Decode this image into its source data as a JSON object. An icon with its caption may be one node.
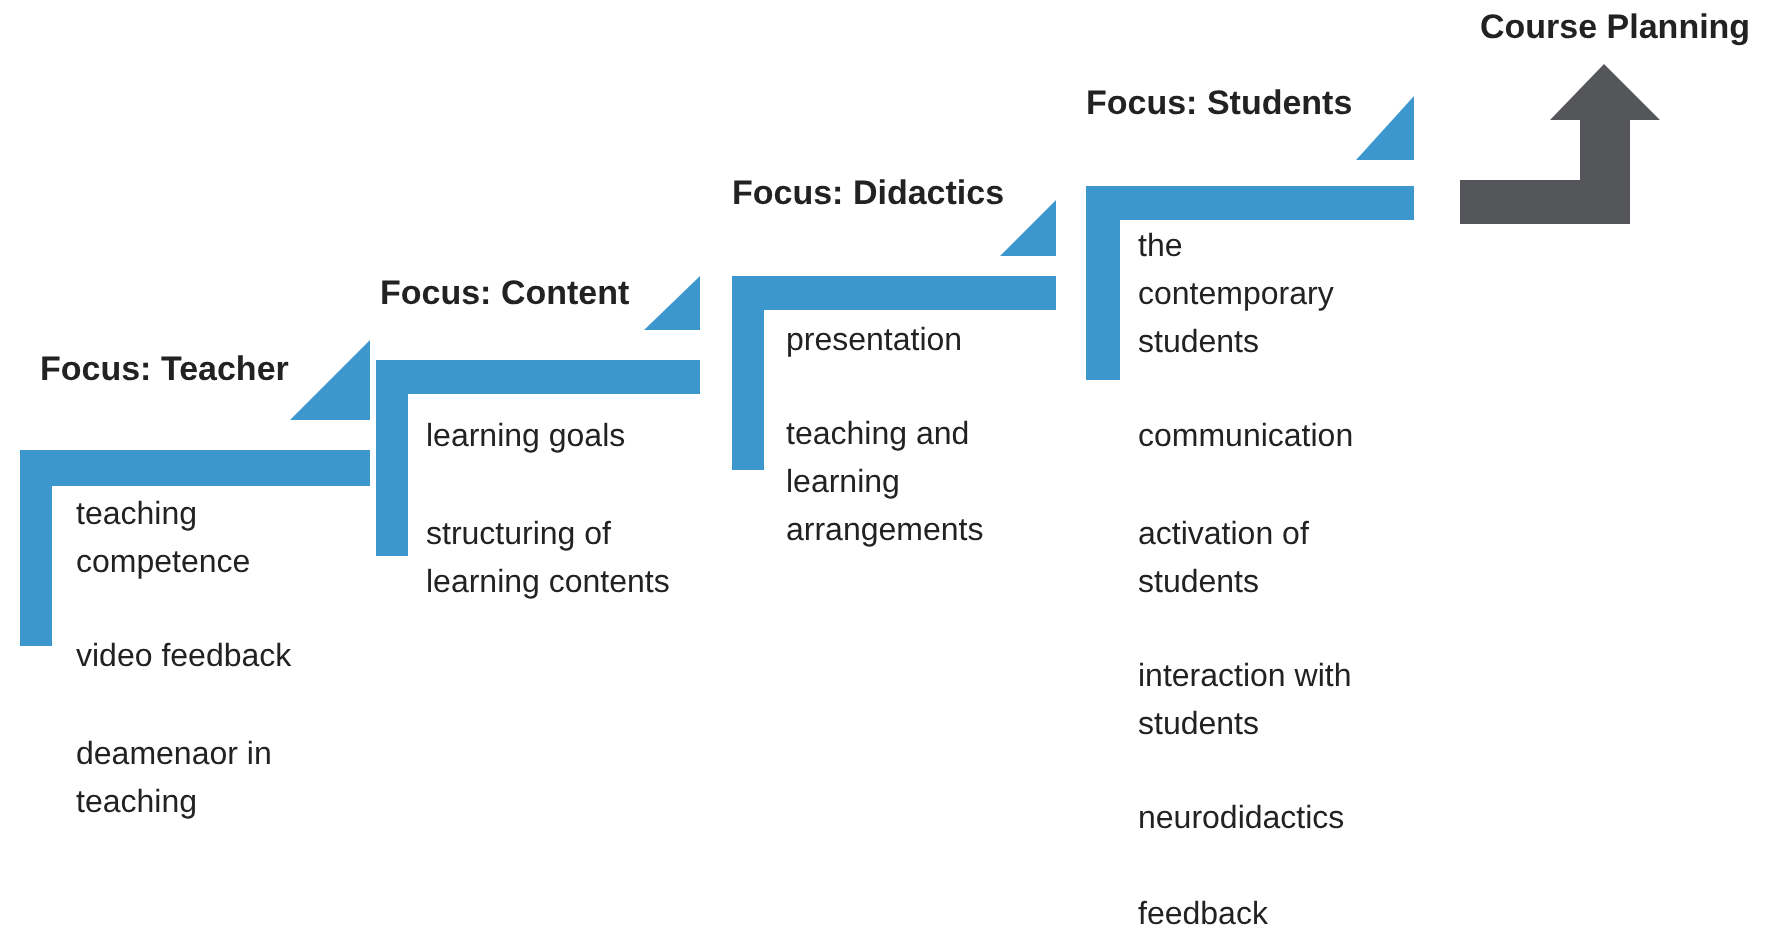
{
  "diagram": {
    "nodes": [
      {
        "text": [
          "Focus: Teacher",
          "teaching competence",
          "video feedback",
          "deamenaor in teaching"
        ]
      },
      {
        "text": [
          "Focus: Content",
          "learning goals",
          "structuring of learning contents"
        ]
      },
      {
        "text": [
          "Focus: Didactics",
          "presentation",
          "teaching and learning arrangements"
        ]
      },
      {
        "text": [
          "Focus: Students",
          "the contemporary students",
          "communication",
          "activation of students",
          "interaction with students",
          "neurodidactics",
          "feedback"
        ]
      },
      {
        "text": [
          "Course Planning"
        ]
      }
    ]
  }
}
